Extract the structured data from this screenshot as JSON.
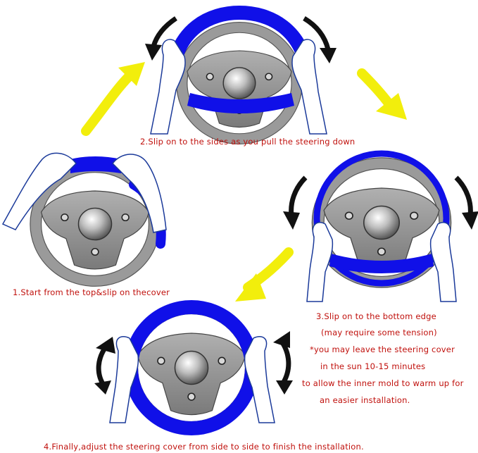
{
  "steps": [
    {
      "text": "1.Start from the top&slip on thecover"
    },
    {
      "text": "2.Slip on to the sides as you pull the steering down"
    },
    {
      "lines": [
        "3.Slip on to the bottom edge",
        "(may require some tension)",
        "*you may leave the steering cover",
        "in the sun 10-15 minutes",
        "to allow the inner mold to warm up for",
        "an easier installation."
      ]
    },
    {
      "text": "4.Finally,adjust the steering cover from side to side to finish the installation."
    }
  ],
  "colors": {
    "cover": "#1010e8",
    "arrow_yellow": "#f2ee0c",
    "arrow_dark": "#111111",
    "wheel_gray": "#9a9a9a",
    "caption_red": "#c0100c"
  }
}
